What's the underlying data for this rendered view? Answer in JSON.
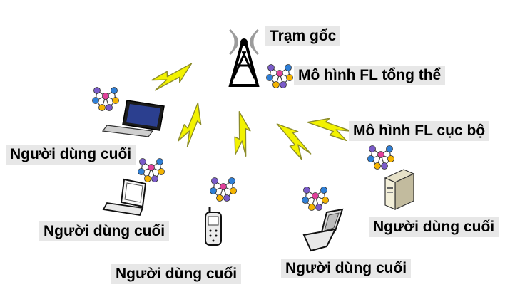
{
  "base_station": {
    "label": "Trạm gốc",
    "icon": "cell-tower-icon"
  },
  "global_model": {
    "label": "Mô hình FL tổng thể",
    "icon": "neural-network-icon"
  },
  "local_model": {
    "label": "Mô hình FL cục bộ",
    "icon": "neural-network-icon"
  },
  "devices": [
    {
      "type": "laptop",
      "label": "Người dùng cuối"
    },
    {
      "type": "netbook",
      "label": "Người dùng cuối"
    },
    {
      "type": "phone",
      "label": "Người dùng cuối"
    },
    {
      "type": "flip-phone",
      "label": "Người dùng cuối"
    },
    {
      "type": "server",
      "label": "Người dùng cuối"
    }
  ],
  "colors": {
    "label_bg": "#e7e7e7",
    "lightning_fill": "#f2f200",
    "lightning_stroke": "#8c8c2a",
    "node_purple": "#7a5bc9",
    "node_blue": "#2f7fd6",
    "node_pink": "#e0419a",
    "node_yellow": "#f4b400"
  }
}
